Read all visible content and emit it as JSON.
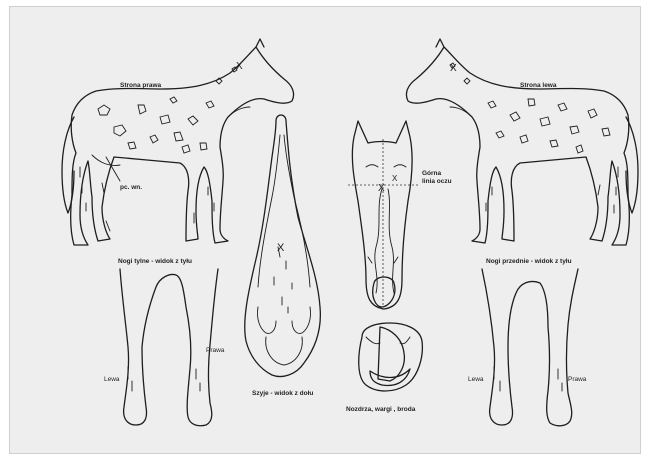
{
  "labels": {
    "right_side": "Strona prawa",
    "left_side": "Strona lewa",
    "pc_wn": "pc. wn.",
    "eye_line": [
      "Górna",
      "linia oczu"
    ],
    "hind_legs": "Nogi tylne - widok z tyłu",
    "front_legs": "Nogi przednie - widok z tyłu",
    "neck_below": "Szyje - widok z dołu",
    "nostrils": "Nozdrza, wargi , broda",
    "lewa_hind": "Lewa",
    "prawa_hind": "Prawa",
    "lewa_front": "Lewa",
    "prawa_front": "Prawa"
  },
  "marks": {
    "cross": "X"
  },
  "colors": {
    "paper": "#eeeeee",
    "ink": "#1e1e1e"
  }
}
